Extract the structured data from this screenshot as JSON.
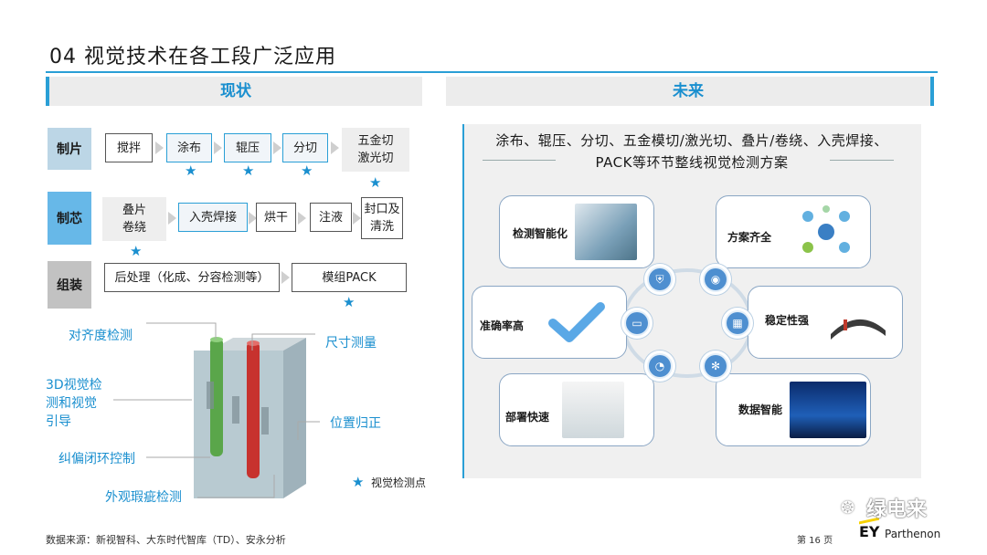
{
  "title": "04 视觉技术在各工段广泛应用",
  "left_section": "现状",
  "right_section": "未来",
  "rows": {
    "r1": {
      "label": "制片"
    },
    "r2": {
      "label": "制芯"
    },
    "r3": {
      "label": "组装"
    }
  },
  "steps": {
    "jiaoban": "搅拌",
    "tubu": "涂布",
    "gunya": "辊压",
    "fenqie": "分切",
    "wujin": "五金切\n激光切",
    "diepian": "叠片\n卷绕",
    "ruke": "入壳焊接",
    "honggan": "烘干",
    "zhuye": "注液",
    "fengkou": "封口及\n清洗",
    "houchuli": "后处理（化成、分容检测等）",
    "mozu": "模组PACK"
  },
  "star_glyph": "★",
  "callouts": {
    "duiqi": "对齐度检测",
    "chicun": "尺寸测量",
    "sanD": "3D视觉检\n测和视觉\n引导",
    "weizhi": "位置归正",
    "jiupian": "纠偏闭环控制",
    "waiguan": "外观瑕疵检测"
  },
  "legend": "视觉检测点",
  "future": {
    "heading": "涂布、辊压、分切、五金模切/激光切、叠片/卷绕、入壳焊接、\nPACK等环节整线视觉检测方案",
    "cards": {
      "jiance": "检测智能化",
      "fangan": "方案齐全",
      "zhunque": "准确率高",
      "wending": "稳定性强",
      "bushu": "部署快速",
      "shuju": "数据智能"
    }
  },
  "footer": {
    "source": "数据来源：新视智科、大东时代智库（TD）、安永分析",
    "page": "第 16 页",
    "logo": "EY",
    "logo_sub": "Parthenon",
    "watermark": "绿电来"
  },
  "colors": {
    "accent": "#2a9fd6",
    "star": "#1a8fcf"
  }
}
